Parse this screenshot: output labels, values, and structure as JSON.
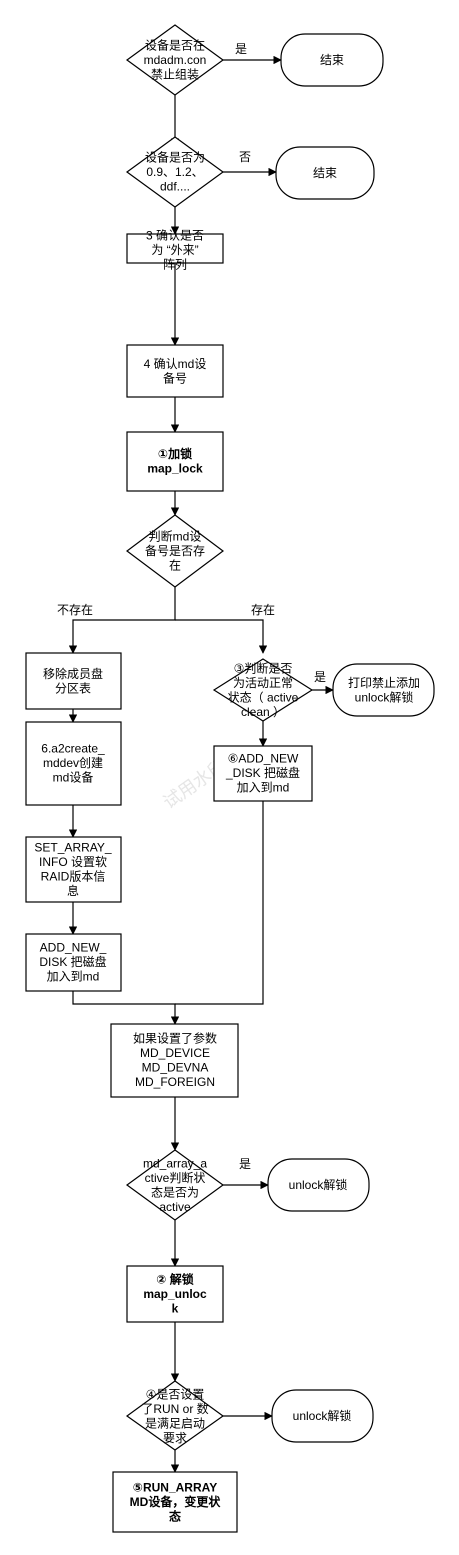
{
  "watermark": "试用水印",
  "nodes": {
    "q_forbid": {
      "lines": [
        "设备是否在",
        "mdadm.con",
        "禁止组装"
      ]
    },
    "end1": {
      "lines": [
        "结束"
      ]
    },
    "q_version": {
      "lines": [
        "设备是否为",
        "0.9、1.2、",
        "ddf...."
      ]
    },
    "end2": {
      "lines": [
        "结束"
      ]
    },
    "s3": {
      "lines": [
        "3 确认是否",
        "为 “外来”",
        "阵列"
      ]
    },
    "s4": {
      "lines": [
        "4 确认md设",
        "备号"
      ]
    },
    "lock": {
      "lines": [
        "①加锁",
        "map_lock"
      ]
    },
    "q_exist": {
      "lines": [
        "判断md设",
        "备号是否存",
        "在"
      ]
    },
    "rm_part": {
      "lines": [
        "移除成员盘",
        "分区表"
      ]
    },
    "create": {
      "lines": [
        "6.a2create_",
        "mddev创建",
        "md设备"
      ]
    },
    "set_info": {
      "lines": [
        "SET_ARRAY_",
        "INFO 设置软",
        "RAID版本信",
        "息"
      ]
    },
    "add_left": {
      "lines": [
        "ADD_NEW_",
        "DISK 把磁盘",
        "加入到md"
      ]
    },
    "q_active": {
      "lines": [
        "③判断是否",
        "为活动正常",
        "状态（ active",
        "clean ）"
      ]
    },
    "print_unlock": {
      "lines": [
        "打印禁止添加",
        "unlock解锁"
      ]
    },
    "add_right": {
      "lines": [
        "⑥ADD_NEW",
        "_DISK 把磁盘",
        "加入到md"
      ]
    },
    "params": {
      "lines": [
        "如果设置了参数",
        "MD_DEVICE",
        "MD_DEVNA",
        "MD_FOREIGN"
      ]
    },
    "q_state": {
      "lines": [
        "md_array_a",
        "ctive判断状",
        "态是否为",
        "active"
      ]
    },
    "unlock1": {
      "lines": [
        "unlock解锁"
      ]
    },
    "unlock_map": {
      "lines": [
        "② 解锁",
        "map_unloc",
        "k"
      ]
    },
    "q_run": {
      "lines": [
        "④是否设置",
        "了RUN or 数",
        "是满足启动",
        "要求"
      ]
    },
    "unlock2": {
      "lines": [
        "unlock解锁"
      ]
    },
    "run": {
      "lines": [
        "⑤RUN_ARRAY",
        "MD设备，变更状",
        "态"
      ]
    }
  },
  "edge_labels": {
    "yes1": "是",
    "no1": "否",
    "not_exist": "不存在",
    "exist": "存在",
    "yes2": "是",
    "yes3": "是"
  }
}
